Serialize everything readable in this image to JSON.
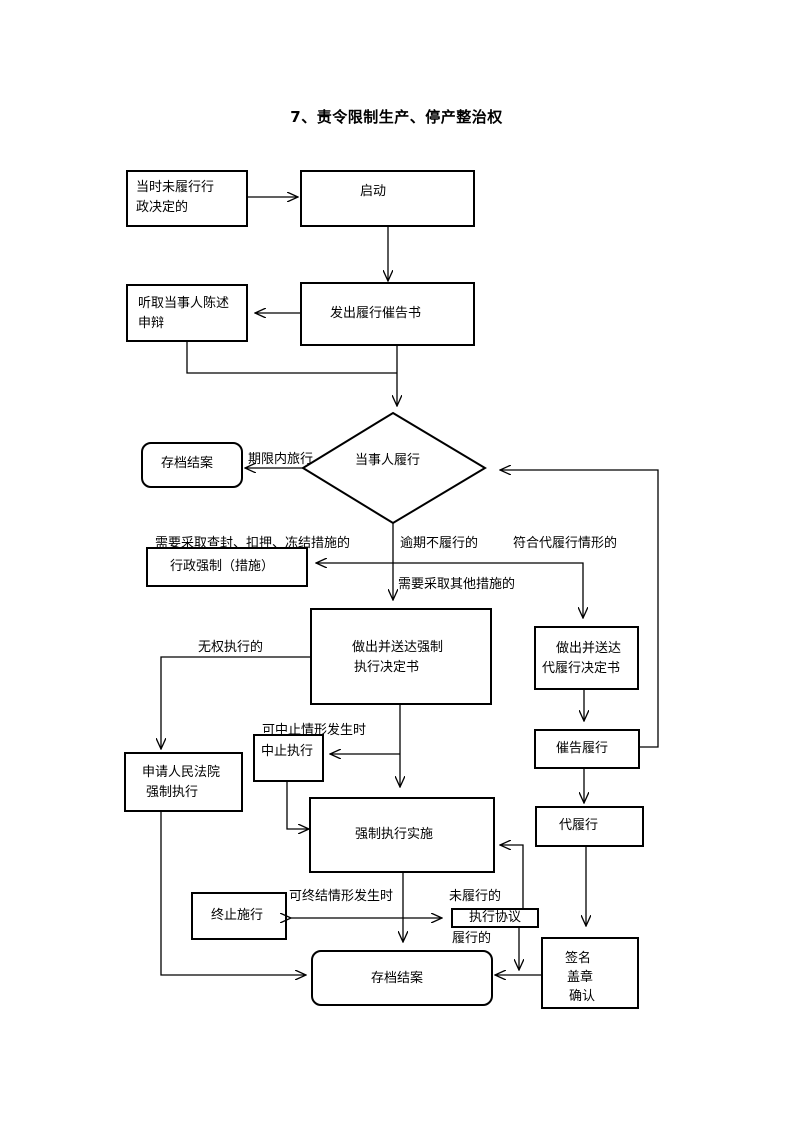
{
  "title": "7、责令限制生产、停产整治权",
  "nodes": {
    "unfulfilled_line1": "当时未履行行",
    "unfulfilled_line2": "政决定的",
    "start": "启动",
    "hear_line1": "听取当事人陈述",
    "hear_line2": "申辩",
    "notice": "发出履行催告书",
    "archive_top": "存档结案",
    "party_fulfills": "当事人履行",
    "admin_enforce": "行政强制（措施）",
    "decision_line1": "做出并送达强制",
    "decision_line2": "执行决定书",
    "proxy_decision_line1": "做出并送达",
    "proxy_decision_line2": "代履行决定书",
    "suspend": "中止执行",
    "court_line1": "申请人民法院",
    "court_line2": "强制执行",
    "urge": "催告履行",
    "implement": "强制执行实施",
    "proxy": "代履行",
    "terminate": "终止施行",
    "agreement": "执行协议",
    "archive_bottom": "存档结案",
    "sign_line1": "签名",
    "sign_line2": "盖章",
    "sign_line3": "确认"
  },
  "labels": {
    "within_period": "期限内旅行",
    "need_seize": "需要采取查封、扣押、冻结措施的",
    "overdue": "逾期不履行的",
    "proxy_cond": "符合代履行情形的",
    "need_other": "需要采取其他措施的",
    "no_power": "无权执行的",
    "can_suspend": "可中止情形发生时",
    "can_terminate": "可终结情形发生时",
    "not_fulfilled": "未履行的",
    "fulfilled": "履行的"
  }
}
